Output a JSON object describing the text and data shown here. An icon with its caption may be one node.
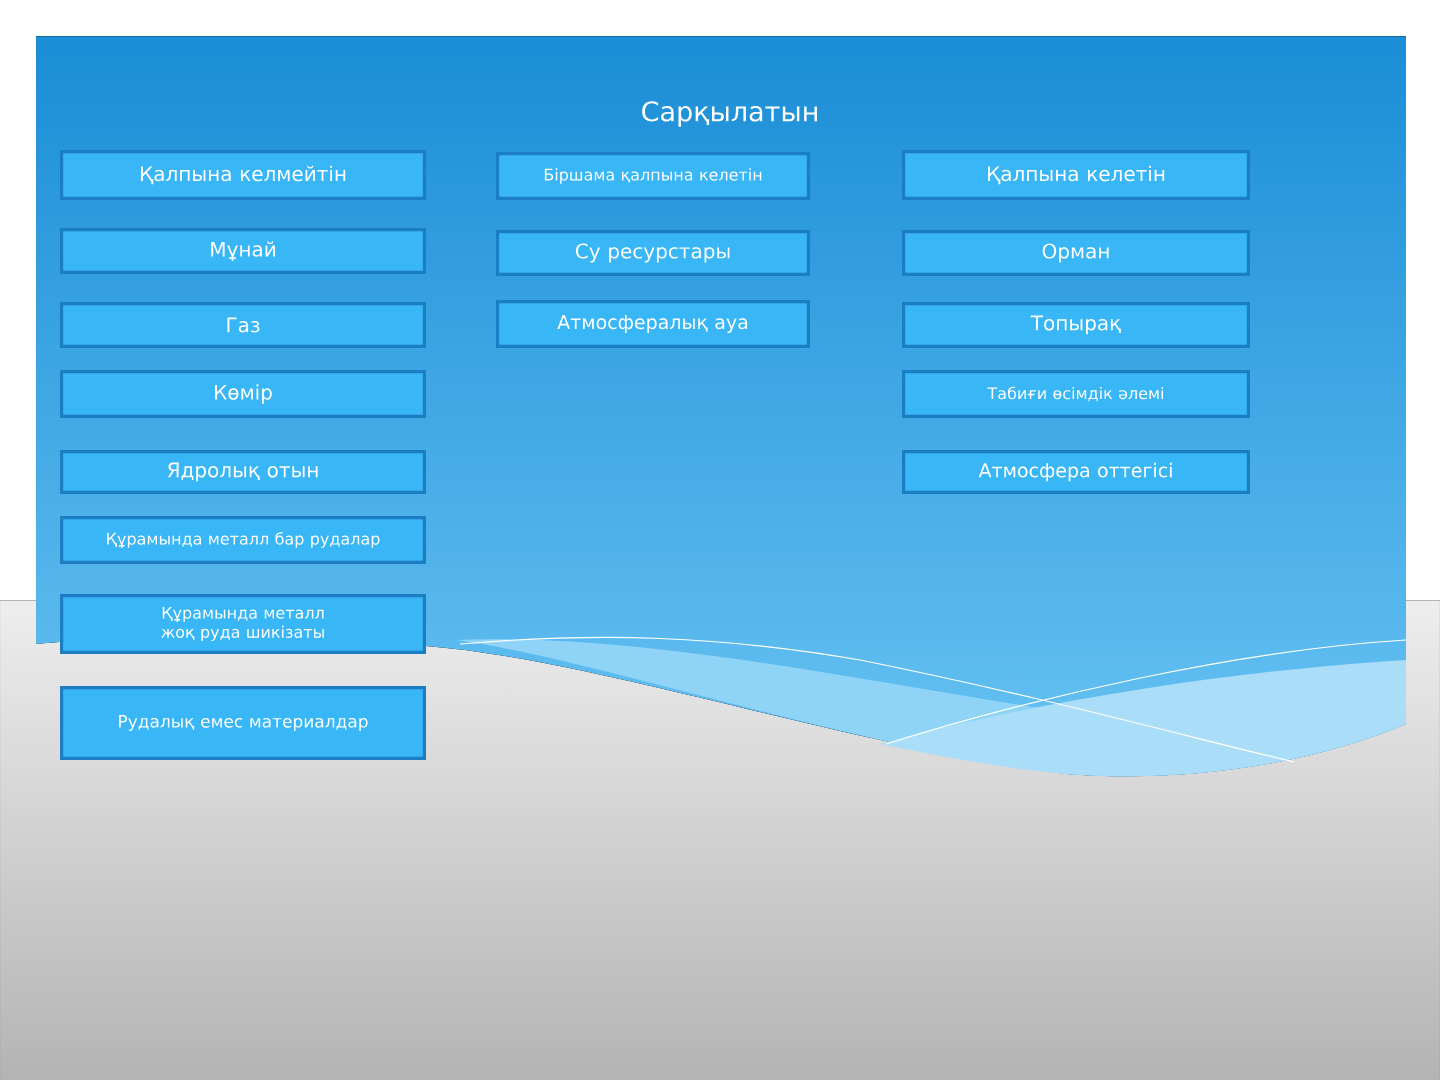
{
  "diagram": {
    "title": "Сарқылатын",
    "nodes": [
      {
        "text": [
          "Қалпына келмейтін"
        ]
      },
      {
        "text": [
          "Біршама қалпына келетін"
        ]
      },
      {
        "text": [
          "Қалпына келетін"
        ]
      },
      {
        "text": [
          "Мұнай"
        ]
      },
      {
        "text": [
          "Су ресурстары"
        ]
      },
      {
        "text": [
          "Орман"
        ]
      },
      {
        "text": [
          "Газ"
        ]
      },
      {
        "text": [
          "Атмосфералық ауа"
        ]
      },
      {
        "text": [
          "Топырақ"
        ]
      },
      {
        "text": [
          "Көмір"
        ]
      },
      {
        "text": [
          "Табиғи өсімдік әлемі"
        ]
      },
      {
        "text": [
          "Ядролық отын"
        ]
      },
      {
        "text": [
          "Атмосфера оттегісі"
        ]
      },
      {
        "text": [
          "Құрамында металл бар рудалар"
        ]
      },
      {
        "text": [
          "Құрамында металл жоқ руда шикізаты"
        ]
      },
      {
        "text": [
          "Рудалық емес материалдар"
        ]
      }
    ]
  }
}
